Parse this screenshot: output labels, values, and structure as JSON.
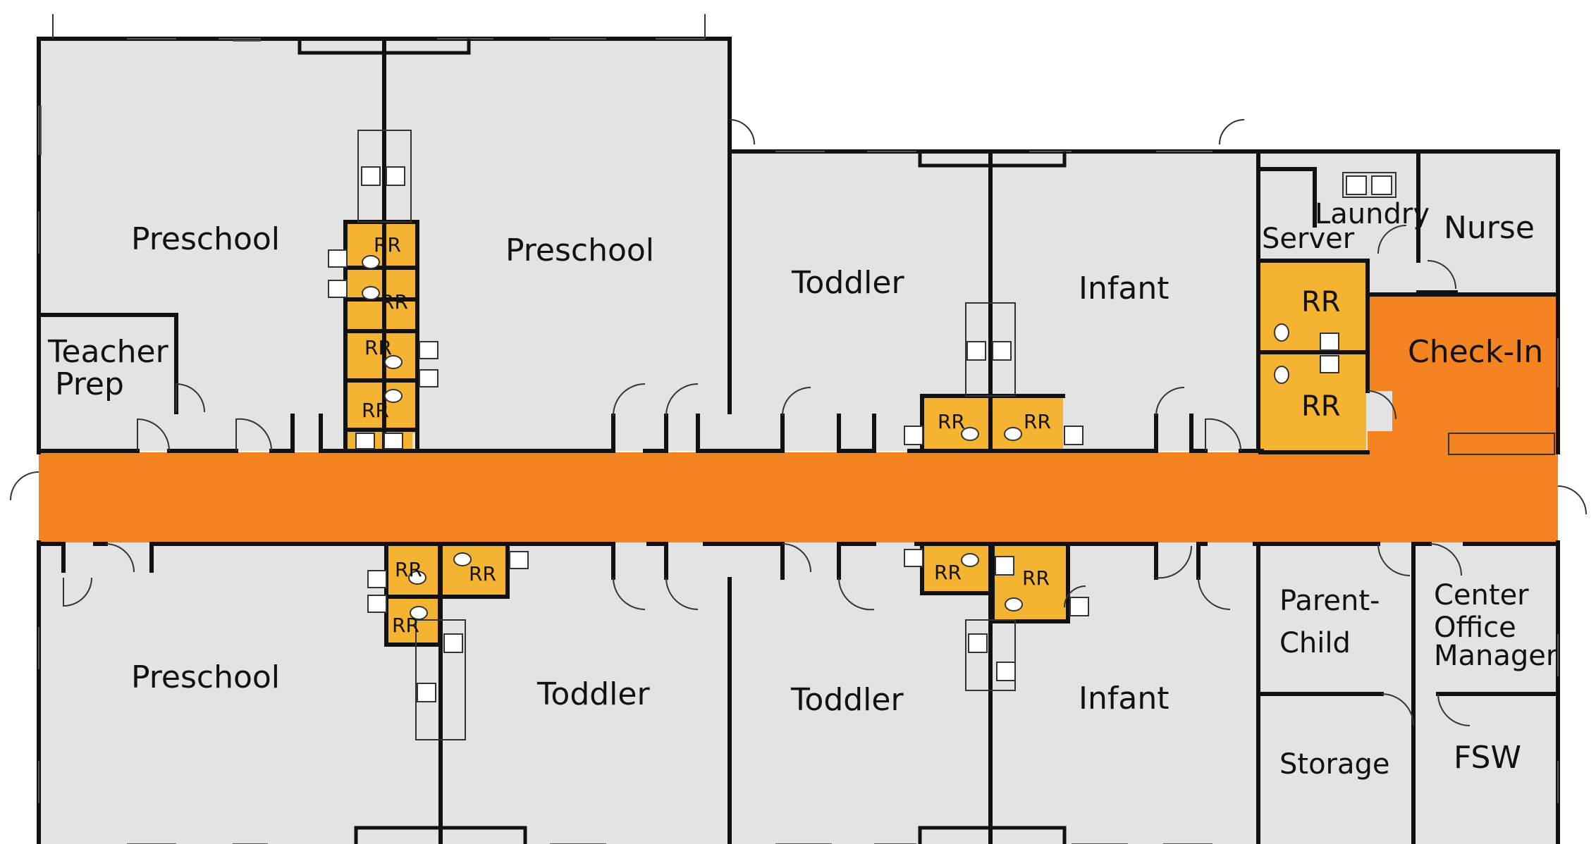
{
  "colors": {
    "room": "#e3e3e3",
    "corridor": "#f48322",
    "restroom": "#f5b332",
    "wall": "#111111"
  },
  "rooms": {
    "preschool_nw": "Preschool",
    "preschool_nc": "Preschool",
    "toddler_nc": "Toddler",
    "infant_ne": "Infant",
    "laundry": "Laundry",
    "server": "Server",
    "nurse": "Nurse",
    "teacher_prep_line1": "Teacher",
    "teacher_prep_line2": "Prep",
    "check_in": "Check-In",
    "preschool_sw": "Preschool",
    "toddler_sc": "Toddler",
    "toddler_se": "Toddler",
    "infant_se": "Infant",
    "parent_child_line1": "Parent-",
    "parent_child_line2": "Child",
    "center_office_line1": "Center",
    "center_office_line2": "Office",
    "center_office_line3": "Manager",
    "storage": "Storage",
    "fsw": "FSW"
  },
  "restroom_label": "RR",
  "icons": [
    "sink-icon",
    "toilet-icon",
    "door-swing-icon"
  ]
}
